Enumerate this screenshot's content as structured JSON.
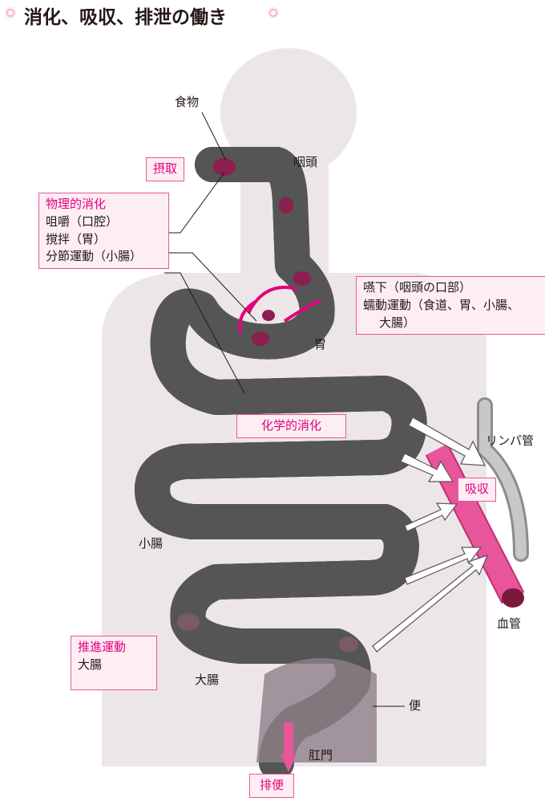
{
  "title": "消化、吸収、排泄の働き",
  "labels": {
    "food": "食物",
    "pharynx": "咽頭",
    "stomach": "胃",
    "lymph": "リンパ管",
    "small_intestine": "小腸",
    "blood_vessel": "血管",
    "large_intestine": "大腸",
    "stool": "便",
    "anus": "肛門"
  },
  "boxes": {
    "intake": "摂取",
    "physical": {
      "title": "物理的消化",
      "items": [
        "咀嚼（口腔）",
        "撹拌（胃）",
        "分節運動（小腸）"
      ]
    },
    "swallow": {
      "lines": [
        "嚥下（咽頭の口部）",
        "蠕動運動（食道、胃、小腸、",
        "大腸）"
      ]
    },
    "chemical": "化学的消化",
    "absorption": "吸収",
    "propulsion": {
      "title": "推進運動",
      "item": "大腸"
    },
    "defecation": "排便"
  },
  "colors": {
    "accent": "#e4007f",
    "tube": "#f2bfd6",
    "body": "#ece6e8",
    "vessel": "#e8559b",
    "lymph": "#a9a9a9"
  }
}
